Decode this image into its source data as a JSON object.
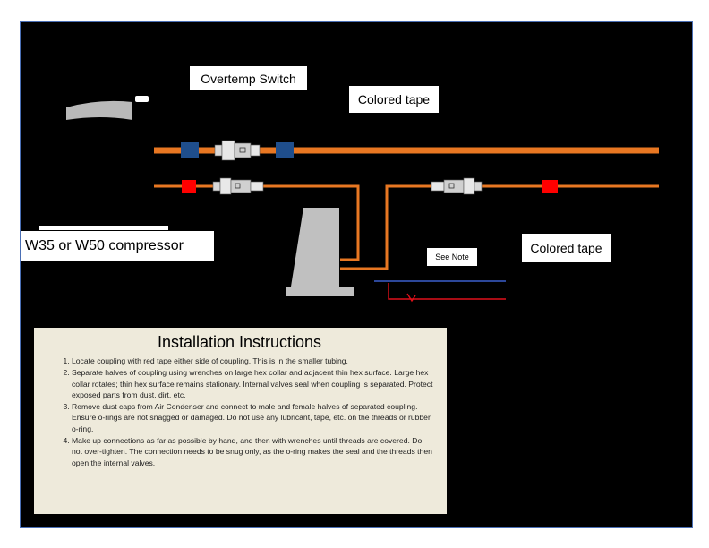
{
  "labels": {
    "overtemp_switch": "Overtemp Switch",
    "colored_tape_top": "Colored tape",
    "compressor": "W35 or W50 compressor",
    "see_note": "See Note",
    "colored_tape_right": "Colored tape"
  },
  "instructions": {
    "title": "Installation Instructions",
    "steps": [
      "Locate coupling with red tape either side of coupling. This is in the smaller tubing.",
      "Separate halves of coupling using wrenches on large hex collar and adjacent thin hex surface. Large hex collar rotates; thin hex surface remains stationary. Internal valves seal when coupling is separated. Protect exposed parts from dust, dirt, etc.",
      "Remove dust caps from Air Condenser and connect to male and female halves of separated coupling. Ensure o-rings are not snagged or damaged. Do not use any lubricant, tape, etc. on the threads or rubber o-ring.",
      "Make up connections as far as possible by hand, and then with wrenches until threads are covered. Do not over-tighten. The connection needs to be snug only, as the o-ring makes the seal and the threads then open the internal valves."
    ]
  },
  "colors": {
    "background": "#000000",
    "tubing": "#e87722",
    "tape_blue": "#1f4e8c",
    "tape_red": "#ff0000",
    "panel": "#eeeadb",
    "condenser": "#c0c0c0",
    "wire_blue": "#3a5fcd",
    "wire_red": "#e0101a"
  }
}
